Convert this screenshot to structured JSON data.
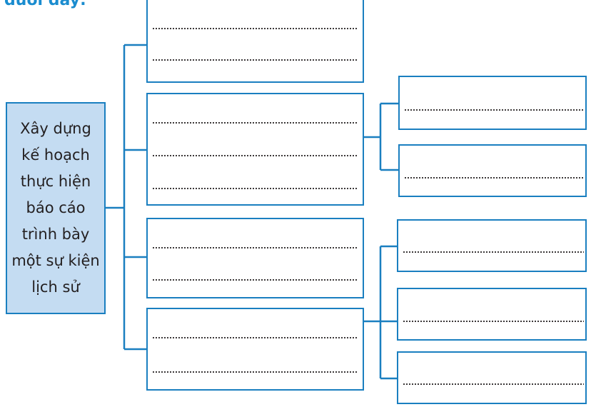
{
  "heading_fragment": "dưới đây:",
  "main_box": {
    "lines": [
      "Xây dựng",
      "kế hoạch",
      "thực hiện",
      "báo cáo",
      "trình bày",
      "một sự kiện",
      "lịch sử"
    ]
  },
  "colors": {
    "box_border": "#1a7fc0",
    "main_fill": "#c4dcf2",
    "heading": "#1a8ccf",
    "text": "#231f20"
  }
}
